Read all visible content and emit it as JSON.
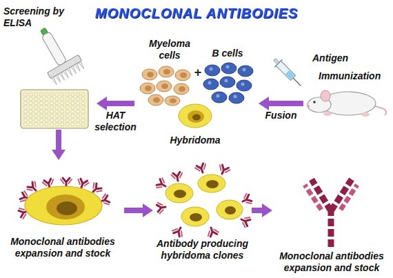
{
  "diagram": {
    "title": "MONOCLONAL ANTIBODIES",
    "nodes": [
      {
        "text": [
          "Antigen",
          "Immunization"
        ]
      },
      {
        "text": [
          "Myeloma cells",
          "B cells",
          "Hybridoma"
        ]
      },
      {
        "text": [
          "Screening by ELISA"
        ]
      },
      {
        "text": [
          "Monoclonal antibodies expansion and stock"
        ]
      },
      {
        "text": [
          "Antibody producing hybridoma clones"
        ]
      },
      {
        "text": [
          "Monoclonal antibodies expansion and stock"
        ]
      }
    ],
    "edges": [
      {
        "from": 0,
        "to": 1,
        "arrow": "to",
        "label": "Fusion"
      },
      {
        "from": 1,
        "to": 2,
        "arrow": "to",
        "label": "HAT selection"
      },
      {
        "from": 2,
        "to": 3,
        "arrow": "to"
      },
      {
        "from": 3,
        "to": 4,
        "arrow": "to"
      },
      {
        "from": 4,
        "to": 5,
        "arrow": "to"
      }
    ],
    "labels": [
      "+"
    ]
  }
}
